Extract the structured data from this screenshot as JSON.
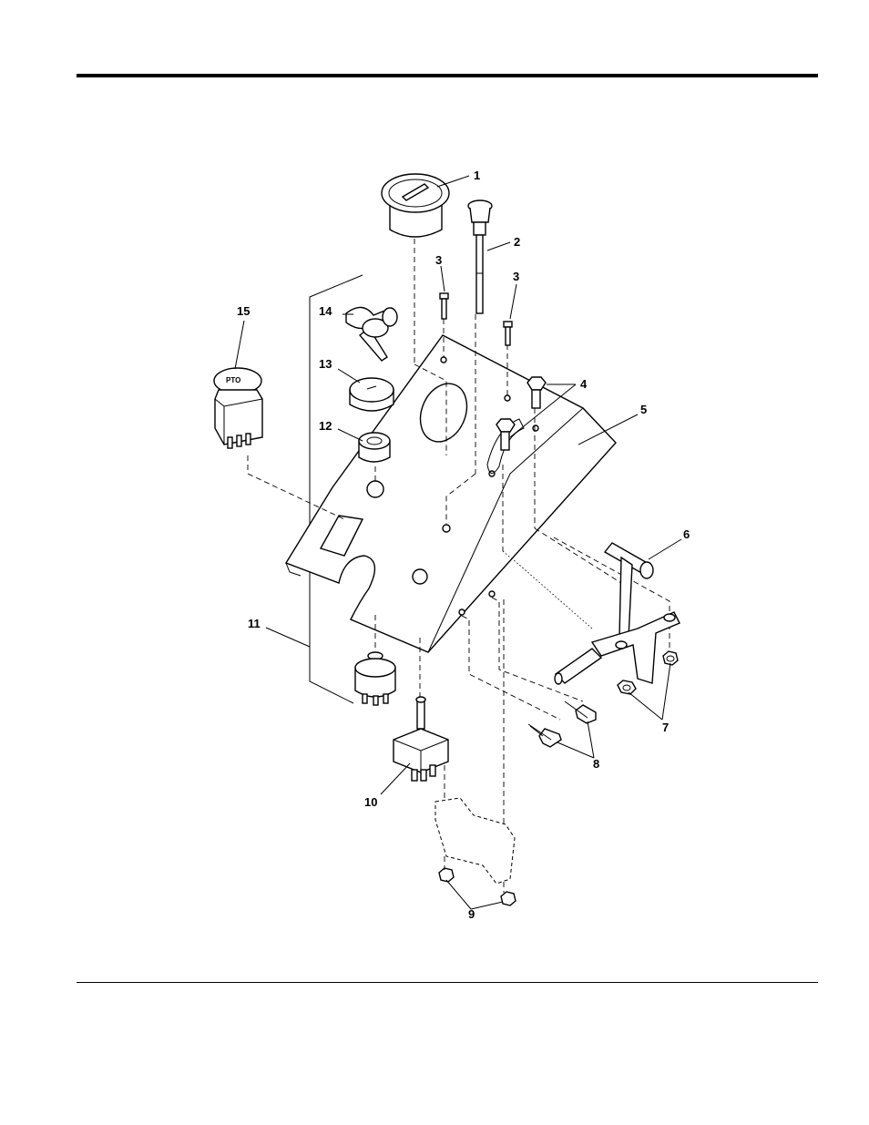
{
  "callouts": [
    {
      "id": "1",
      "label": "1"
    },
    {
      "id": "2",
      "label": "2"
    },
    {
      "id": "3a",
      "label": "3"
    },
    {
      "id": "3b",
      "label": "3"
    },
    {
      "id": "4",
      "label": "4"
    },
    {
      "id": "5",
      "label": "5"
    },
    {
      "id": "6",
      "label": "6"
    },
    {
      "id": "7",
      "label": "7"
    },
    {
      "id": "8",
      "label": "8"
    },
    {
      "id": "9",
      "label": "9"
    },
    {
      "id": "10",
      "label": "10"
    },
    {
      "id": "11",
      "label": "11"
    },
    {
      "id": "12",
      "label": "12"
    },
    {
      "id": "13",
      "label": "13"
    },
    {
      "id": "14",
      "label": "14"
    },
    {
      "id": "15",
      "label": "15"
    }
  ]
}
